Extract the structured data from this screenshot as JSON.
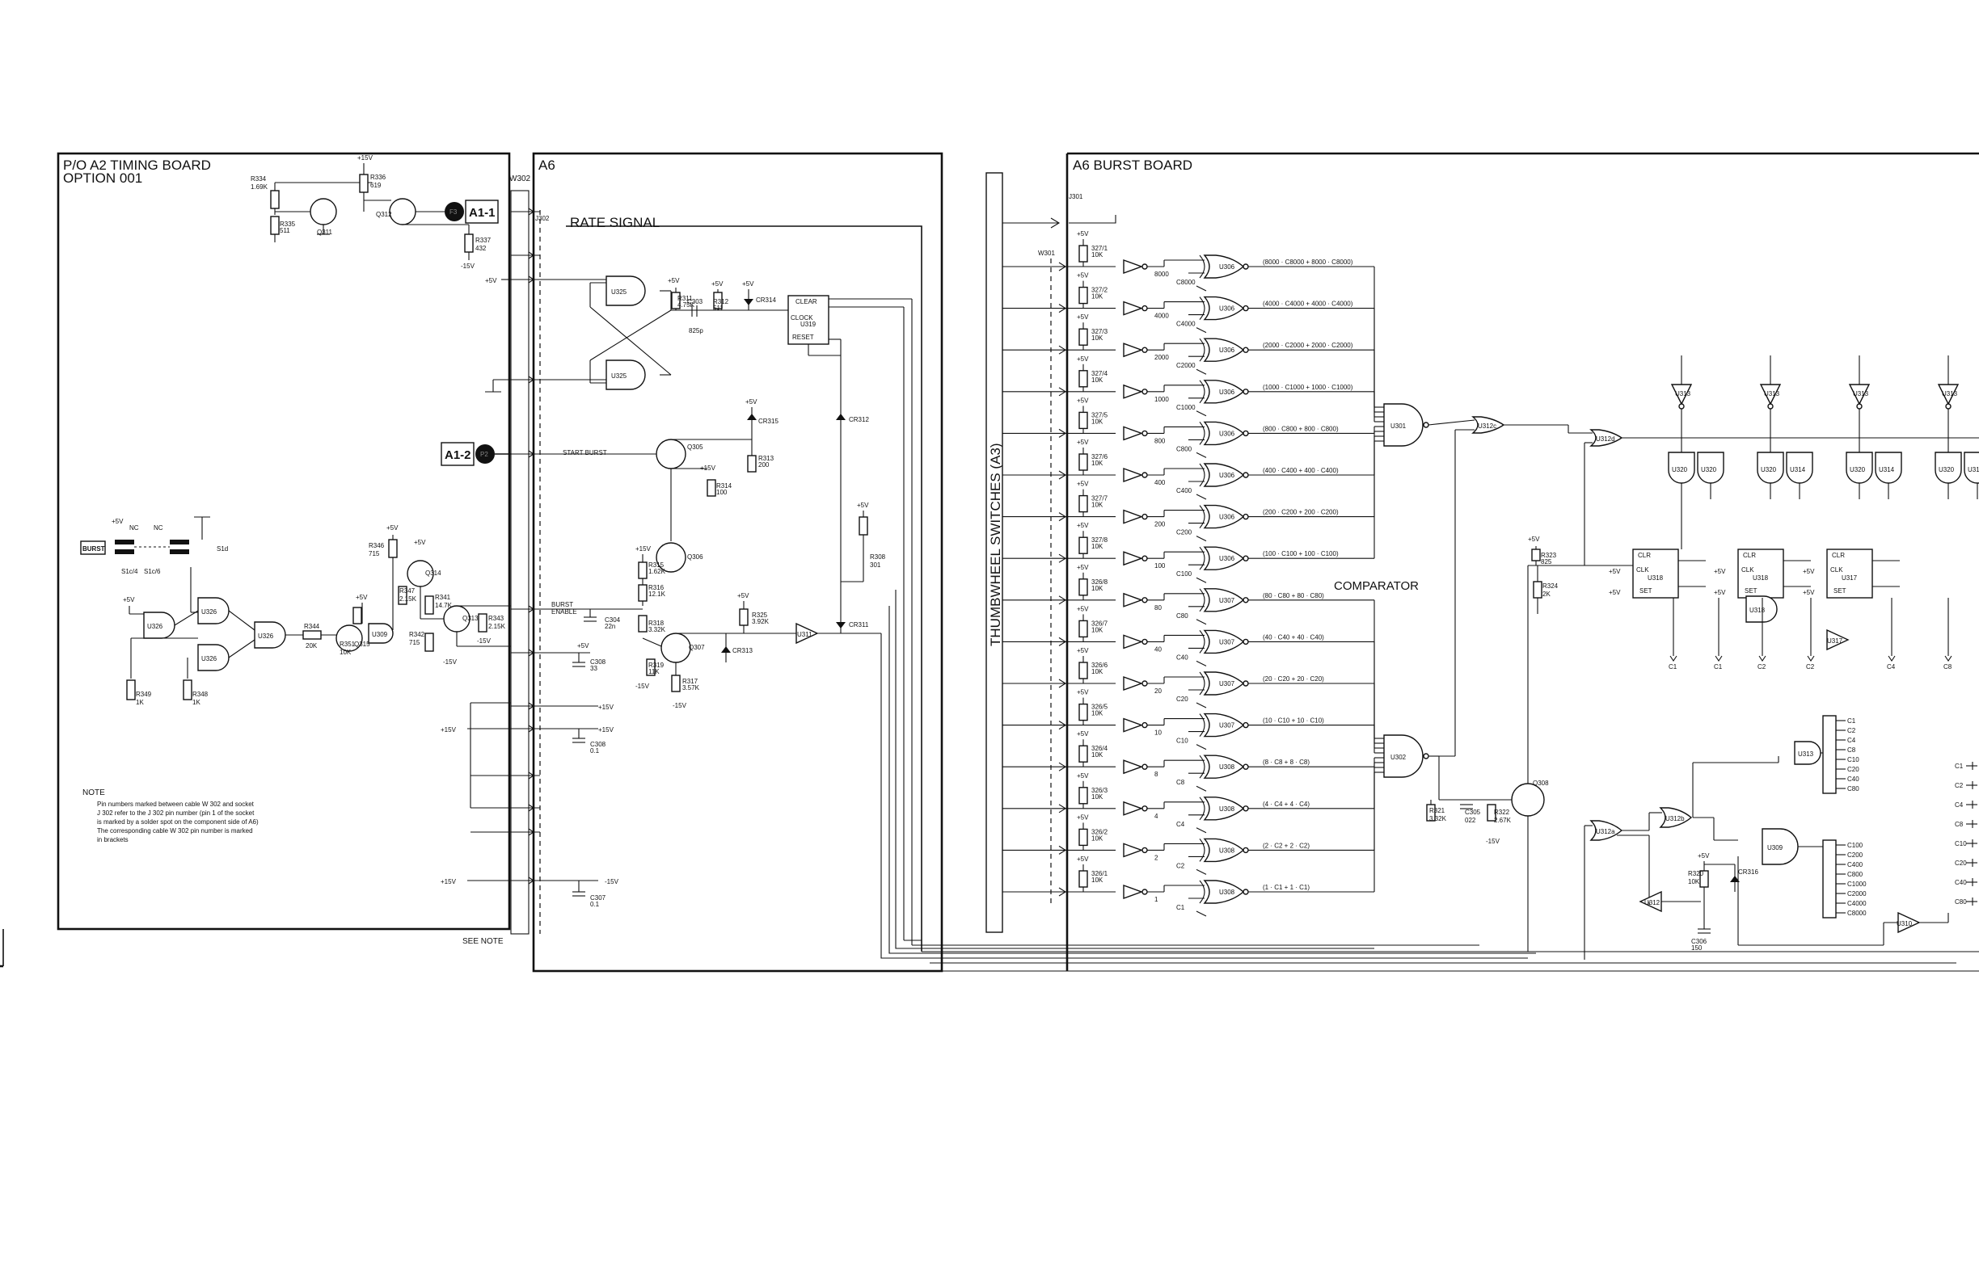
{
  "boards": {
    "timing": {
      "title": "P/O A2 TIMING BOARD",
      "option": "OPTION 001"
    },
    "a6": {
      "title": "A6",
      "rate_signal": "RATE SIGNAL"
    },
    "burst": {
      "title": "A6 BURST BOARD"
    }
  },
  "connectors": {
    "w302": "W302",
    "j302": "J302",
    "j301": "J301",
    "w301": "W301",
    "a1_1": "A1-1",
    "a1_2": "A1-2",
    "a1_2_pin": "P2",
    "a1_1_pin": "F3"
  },
  "labels": {
    "burst_switch": "BURST",
    "start_burst": "START BURST",
    "burst_enable_1": "BURST",
    "burst_enable_2": "ENABLE",
    "thumbwheel": "THUMBWHEEL  SWITCHES (A3)",
    "comparator": "COMPARATOR",
    "see_note": "SEE NOTE",
    "clear": "CLEAR",
    "clock": "CLOCK",
    "reset": "RESET",
    "u319": "U319",
    "c303_val": "825p"
  },
  "note": {
    "heading": "NOTE",
    "lines": [
      "Pin numbers marked between cable W 302 and socket",
      "J 302 refer to the J 302 pin number (pin 1 of the socket",
      "is marked by a solder spot on the component side of A6)",
      "The corresponding cable W 302 pin number is marked",
      "in brackets"
    ]
  },
  "timing_parts": {
    "r334": "R334",
    "r334v": "1.69K",
    "r335": "R335",
    "r335v": "511",
    "r336": "R336",
    "r336v": "619",
    "r337": "R337",
    "r337v": "432",
    "q311": "Q311",
    "q312": "Q312",
    "p15": "+15V",
    "m15": "-15V",
    "p5": "+5V",
    "u326a": "U326",
    "u326b": "U326",
    "u326c": "U326",
    "u326d": "U326",
    "r344": "R344",
    "r344v": "20K",
    "r349": "R349",
    "r349v": "1K",
    "r348": "R348",
    "r348v": "1K",
    "r351": "R351",
    "r351v": "10K",
    "q315": "Q315",
    "q314": "Q314",
    "q313": "Q313",
    "r346": "R346",
    "r346v": "715",
    "r347": "R347",
    "r347v": "2.15K",
    "r341": "R341",
    "r341v": "14.7K",
    "r342": "R342",
    "r342v": "715",
    "r343": "R343",
    "r343v": "2.15K",
    "s1c": "S1c/4",
    "s1d": "S1d",
    "s1b": "S1c/6",
    "nc1": "NC",
    "nc2": "NC"
  },
  "a6_parts": {
    "u325a": "U325",
    "u325b": "U325",
    "r311": "R311",
    "r311v": "4.75K",
    "c303": "C303",
    "r312": "R312",
    "r312v": "511",
    "cr314": "CR314",
    "cr315": "CR315",
    "cr312": "CR312",
    "cr311": "CR311",
    "cr313": "CR313",
    "q305": "Q305",
    "q306": "Q306",
    "q307": "Q307",
    "r313": "R313",
    "r313v": "200",
    "r314": "R314",
    "r314v": "100",
    "r315": "R315",
    "r315v": "1.62K",
    "r316": "R316",
    "r316v": "12.1K",
    "r318": "R318",
    "r318v": "3.32K",
    "r319": "R319",
    "r319v": "11K",
    "r317": "R317",
    "r317v": "3.57K",
    "r325": "R325",
    "r325v": "3.92K",
    "r308": "R308",
    "r308v": "301",
    "c304": "C304",
    "c304v": "22n",
    "c308a": "C308",
    "c308av": "33",
    "c308b": "C308",
    "c308bv": "0.1",
    "c307": "C307",
    "c307v": "0.1",
    "u311": "U311",
    "p15": "+15V",
    "m15": "-15V",
    "p5": "+5V"
  },
  "burst_bits": [
    {
      "r": "327/1",
      "c": "C8000",
      "eq": "(8000 · C8000 + 8000 · C8000)"
    },
    {
      "r": "327/2",
      "c": "C4000",
      "eq": "(4000 · C4000 + 4000 · C4000)"
    },
    {
      "r": "327/3",
      "c": "C2000",
      "eq": "(2000 · C2000 + 2000 · C2000)"
    },
    {
      "r": "327/4",
      "c": "C1000",
      "eq": "(1000 · C1000 + 1000 · C1000)"
    },
    {
      "r": "327/5",
      "c": "C800",
      "eq": "(800 · C800 + 800 · C800)"
    },
    {
      "r": "327/6",
      "c": "C400",
      "eq": "(400 · C400 + 400 · C400)"
    },
    {
      "r": "327/7",
      "c": "C200",
      "eq": "(200 · C200 + 200 · C200)"
    },
    {
      "r": "327/8",
      "c": "C100",
      "eq": "(100 · C100 + 100 · C100)"
    },
    {
      "r": "326/8",
      "c": "C80",
      "eq": "(80 · C80 + 80 · C80)"
    },
    {
      "r": "326/7",
      "c": "C40",
      "eq": "(40 · C40 + 40 · C40)"
    },
    {
      "r": "326/6",
      "c": "C20",
      "eq": "(20 · C20 + 20 · C20)"
    },
    {
      "r": "326/5",
      "c": "C10",
      "eq": "(10 · C10 + 10 · C10)"
    },
    {
      "r": "326/4",
      "c": "C8",
      "eq": "(8 · C8 + 8 · C8)"
    },
    {
      "r": "326/3",
      "c": "C4",
      "eq": "(4 · C4 + 4 · C4)"
    },
    {
      "r": "326/2",
      "c": "C2",
      "eq": "(2 · C2 + 2 · C2)"
    },
    {
      "r": "326/1",
      "c": "C1",
      "eq": "(1 · C1 + 1 · C1)"
    }
  ],
  "burst_misc": {
    "r10k": "10K",
    "p5": "+5V",
    "m15": "-15V",
    "u306": "U306",
    "u307": "U307",
    "u308": "U308",
    "u301": "U301",
    "u302": "U302",
    "u312c": "U312c",
    "u312d": "U312d",
    "u312a": "U312a",
    "u312b": "U312b",
    "u312": "U312",
    "u320": "U320",
    "u314": "U314",
    "u313": "U313",
    "u318": "U318",
    "u317": "U317",
    "u309": "U309",
    "u310": "U310",
    "q308": "Q308",
    "r323": "R323",
    "r323v": "825",
    "r324": "R324",
    "r324v": "2K",
    "r321": "R321",
    "r321v": "3.32K",
    "r322": "R322",
    "r322v": "2.67K",
    "c305": "C305",
    "c305v": "022",
    "r320": "R320",
    "r320v": "10K",
    "cr316": "CR316",
    "c306": "C306",
    "c306v": "150",
    "clk": "CLK",
    "clr": "CLR",
    "set": "SET",
    "c_outs": [
      "C1",
      "C2",
      "C4",
      "C8",
      "C10",
      "C20",
      "C40",
      "C80"
    ],
    "c_outs2": [
      "C100",
      "C200",
      "C400",
      "C800",
      "C1000",
      "C2000",
      "C4000",
      "C8000"
    ],
    "right_edge": [
      "C1",
      "C2",
      "C4",
      "C8",
      "C10",
      "C20",
      "C40",
      "C80"
    ],
    "bottom_taps": [
      "C1",
      "C1",
      "C2",
      "C2",
      "C4",
      "C8"
    ]
  }
}
